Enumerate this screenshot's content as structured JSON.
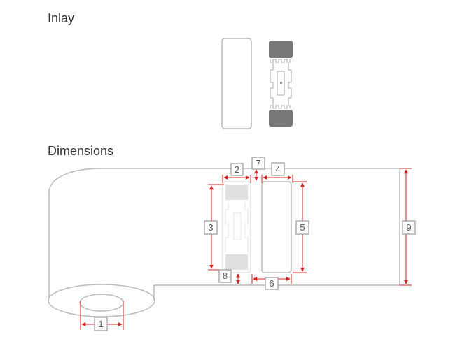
{
  "titles": {
    "inlay": "Inlay",
    "dimensions": "Dimensions"
  },
  "dimension_labels": [
    "1",
    "2",
    "3",
    "4",
    "5",
    "6",
    "7",
    "8",
    "9"
  ],
  "colors": {
    "outline": "#bbbbbb",
    "dimension": "#d42020",
    "pad": "#777777",
    "label_box": "#999999",
    "label_text": "#555555"
  }
}
